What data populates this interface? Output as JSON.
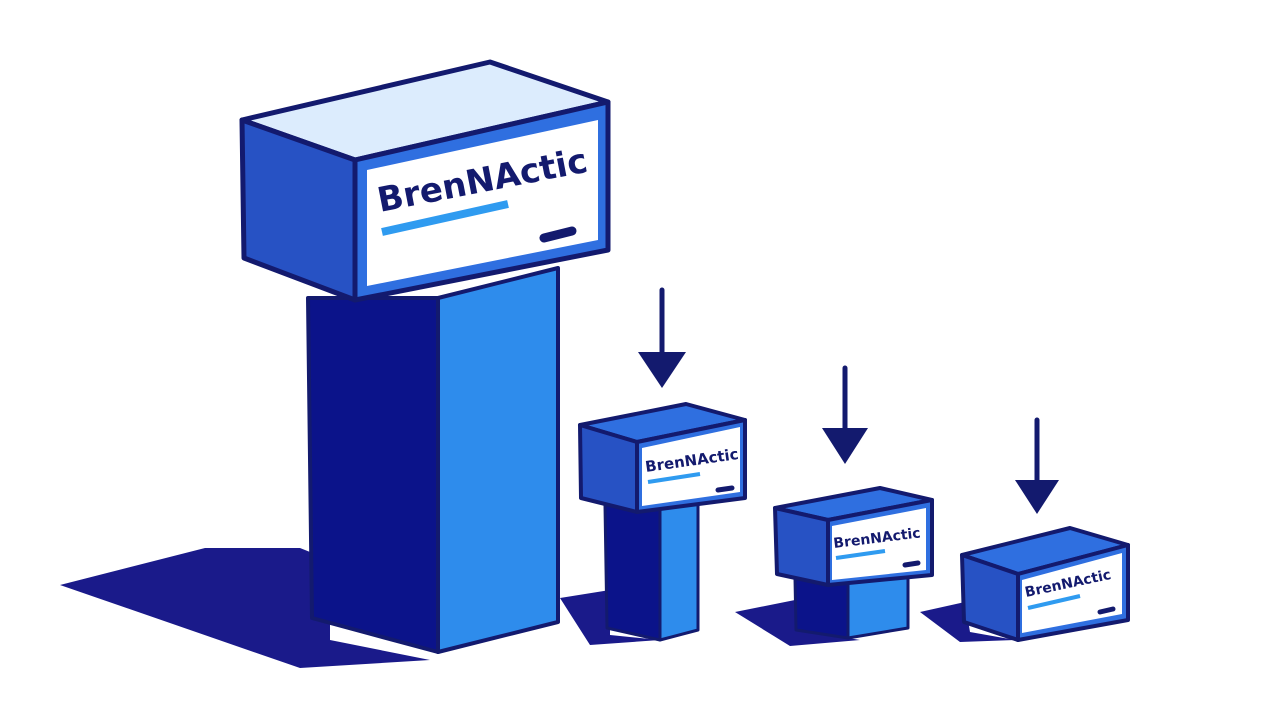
{
  "colors": {
    "background": "#ffffff",
    "navy": "#131a6e",
    "shadow": "#1a1a8a",
    "box_blue": "#2f6fe0",
    "box_dark": "#2752c4",
    "pillar_light": "#2e8cec",
    "pillar_dark": "#0b138a",
    "label_bg": "#ffffff",
    "lid_light": "#dcecfd",
    "accent_bar": "#2f9bf0"
  },
  "icons": [
    "down-arrow-icon",
    "down-arrow-icon",
    "down-arrow-icon"
  ],
  "boxes": [
    {
      "id": "large",
      "brand_text": "BrenNActic"
    },
    {
      "id": "medium",
      "brand_text": "BrenNActic"
    },
    {
      "id": "small",
      "brand_text": "BrenNActic"
    },
    {
      "id": "smallest",
      "brand_text": "BrenNActic"
    }
  ]
}
